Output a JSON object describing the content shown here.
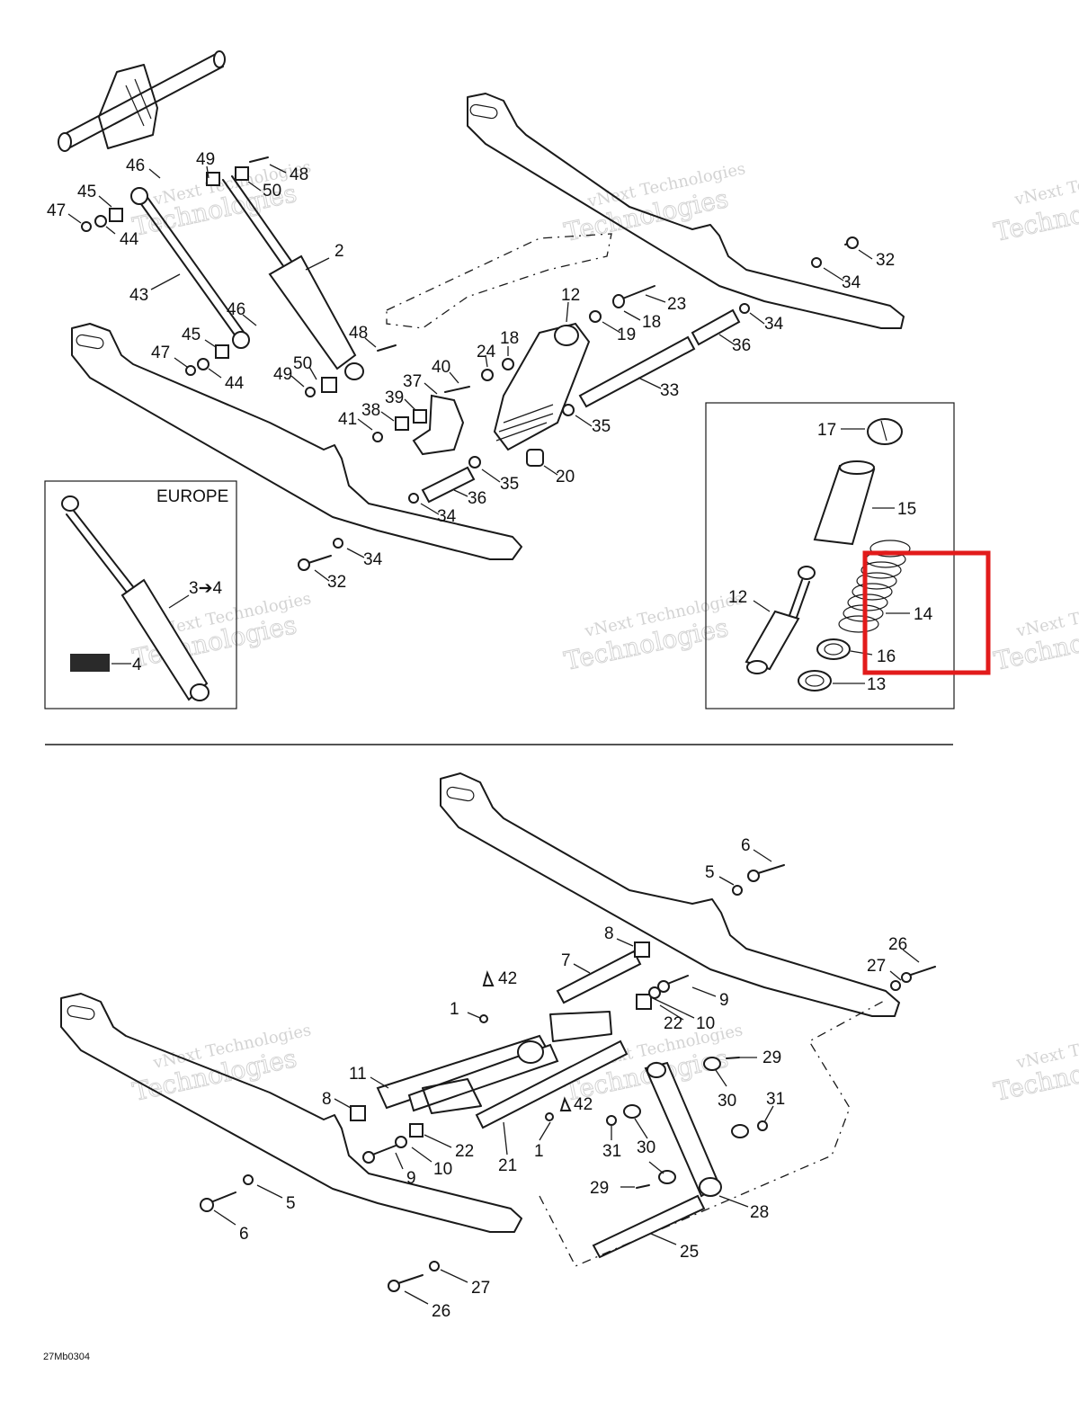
{
  "diagram": {
    "drawing_code": "27Mb0304",
    "europe_label": "EUROPE",
    "watermark_line1": "vNext Technologies",
    "watermark_line2": "Technologies",
    "watermark_line3": "vNext",
    "highlight_color": "#e21b1b",
    "callouts_top": [
      "46",
      "49",
      "48",
      "45",
      "50",
      "47",
      "44",
      "2",
      "43",
      "46",
      "45",
      "48",
      "47",
      "50",
      "44",
      "49",
      "41",
      "38",
      "39",
      "37",
      "40",
      "24",
      "18",
      "12",
      "23",
      "18",
      "19",
      "34",
      "32",
      "36",
      "33",
      "35",
      "35",
      "36",
      "34",
      "34",
      "32",
      "20"
    ],
    "callouts_inset_europe": [
      "3➔4",
      "4"
    ],
    "callouts_inset_shock": [
      "17",
      "15",
      "12",
      "14",
      "16",
      "13"
    ],
    "callouts_bottom": [
      "6",
      "5",
      "8",
      "7",
      "42",
      "1",
      "9",
      "22",
      "10",
      "26",
      "27",
      "29",
      "11",
      "8",
      "22",
      "9",
      "10",
      "21",
      "42",
      "1",
      "31",
      "30",
      "30",
      "31",
      "29",
      "28",
      "25",
      "5",
      "6",
      "27",
      "26"
    ]
  }
}
